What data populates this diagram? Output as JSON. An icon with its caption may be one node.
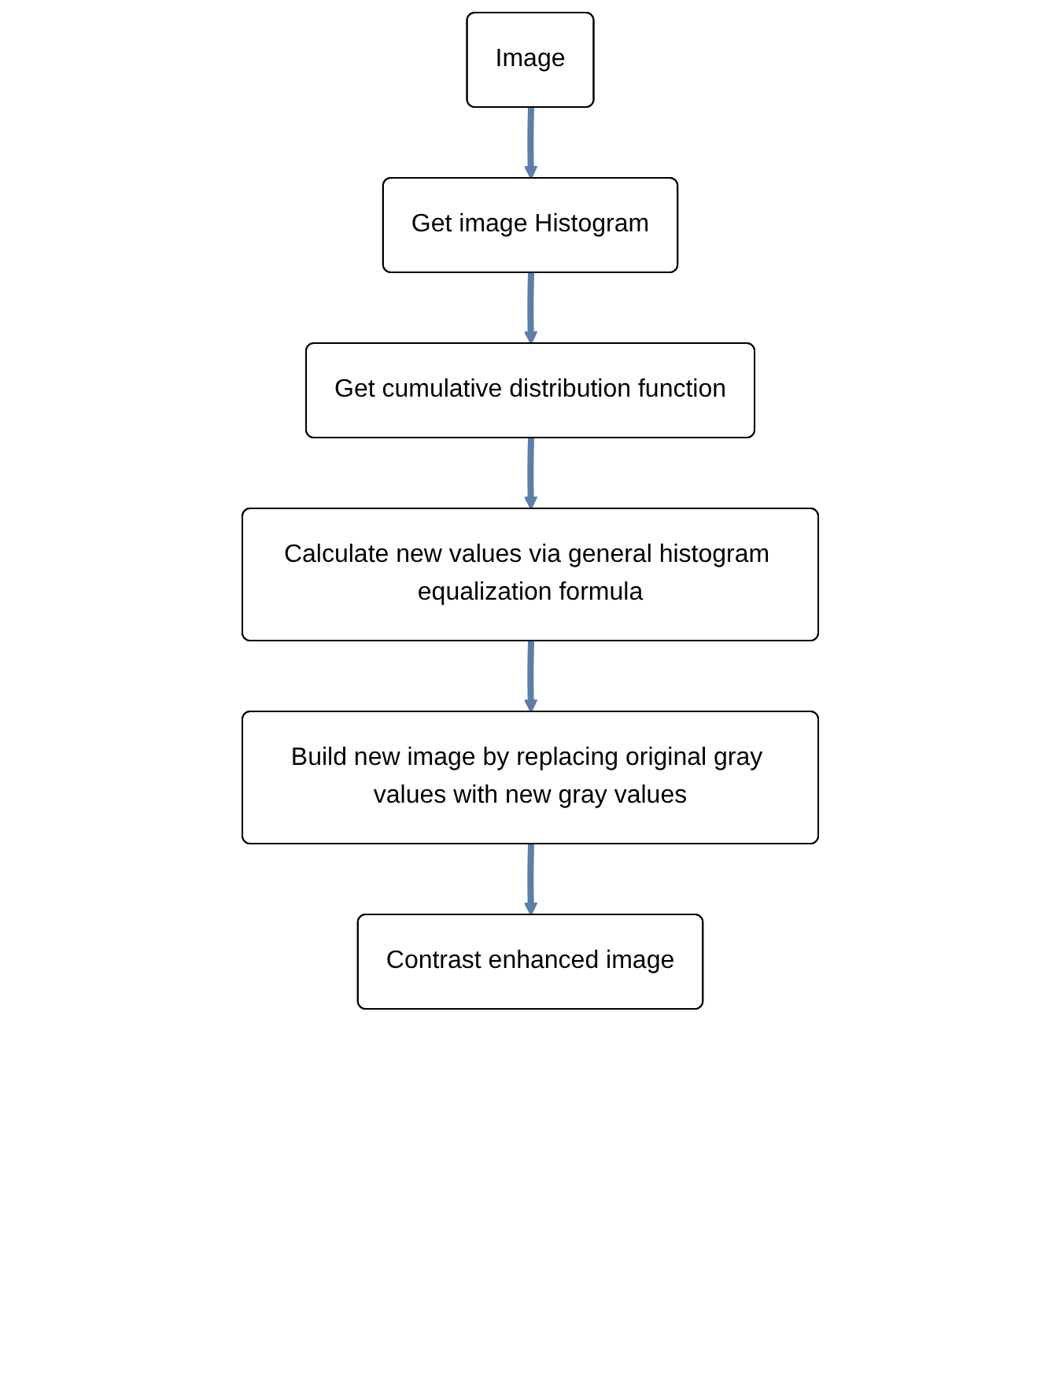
{
  "diagram": {
    "nodes": [
      {
        "text": [
          "Image"
        ]
      },
      {
        "text": [
          "Get image Histogram"
        ]
      },
      {
        "text": [
          "Get cumulative distribution function"
        ]
      },
      {
        "text": [
          "Calculate new values via general histogram equalization formula"
        ]
      },
      {
        "text": [
          "Build new image by replacing original gray values with new gray values"
        ]
      },
      {
        "text": [
          "Contrast enhanced image"
        ]
      }
    ],
    "edges": [
      {
        "from": 0,
        "to": 1,
        "arrow": "to"
      },
      {
        "from": 1,
        "to": 2,
        "arrow": "to"
      },
      {
        "from": 2,
        "to": 3,
        "arrow": "to"
      },
      {
        "from": 3,
        "to": 4,
        "arrow": "to"
      },
      {
        "from": 4,
        "to": 5,
        "arrow": "to"
      }
    ]
  }
}
